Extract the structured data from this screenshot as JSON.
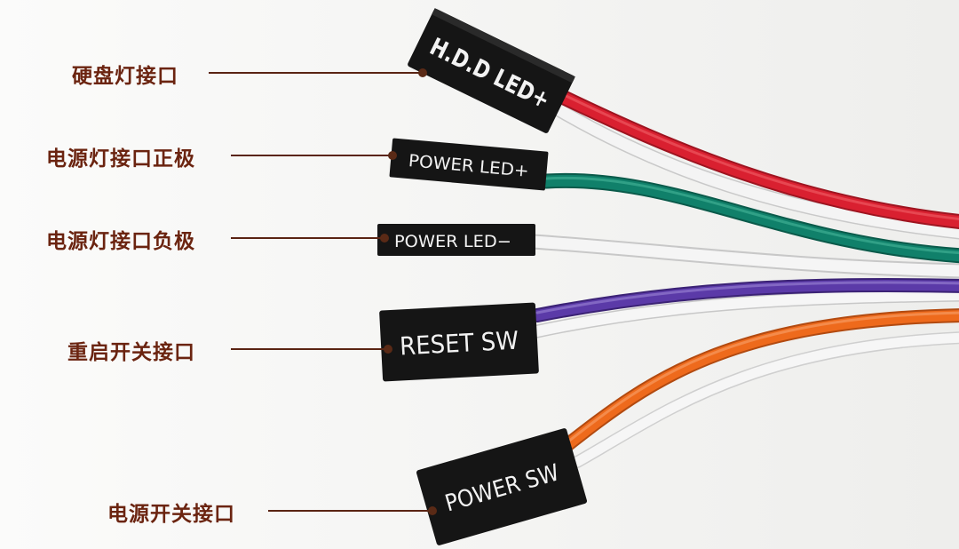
{
  "labels": {
    "hdd": "硬盘灯接口",
    "power_led_pos": "电源灯接口正极",
    "power_led_neg": "电源灯接口负极",
    "reset": "重启开关接口",
    "power_sw": "电源开关接口"
  },
  "connectors": {
    "hdd": "H.D.D LED+",
    "power_led_pos": "POWER LED+",
    "power_led_neg": "POWER LED−",
    "reset": "RESET SW",
    "power_sw": "POWER SW"
  },
  "colors": {
    "label_text": "#6b2410",
    "leader_line": "#5a2413",
    "dot": "#5a2a16",
    "connector": "#151515",
    "wire_red": "#d92030",
    "wire_green": "#10806a",
    "wire_white": "#f2f2f2",
    "wire_purple": "#5b3aa8",
    "wire_orange": "#ee6a1c"
  }
}
